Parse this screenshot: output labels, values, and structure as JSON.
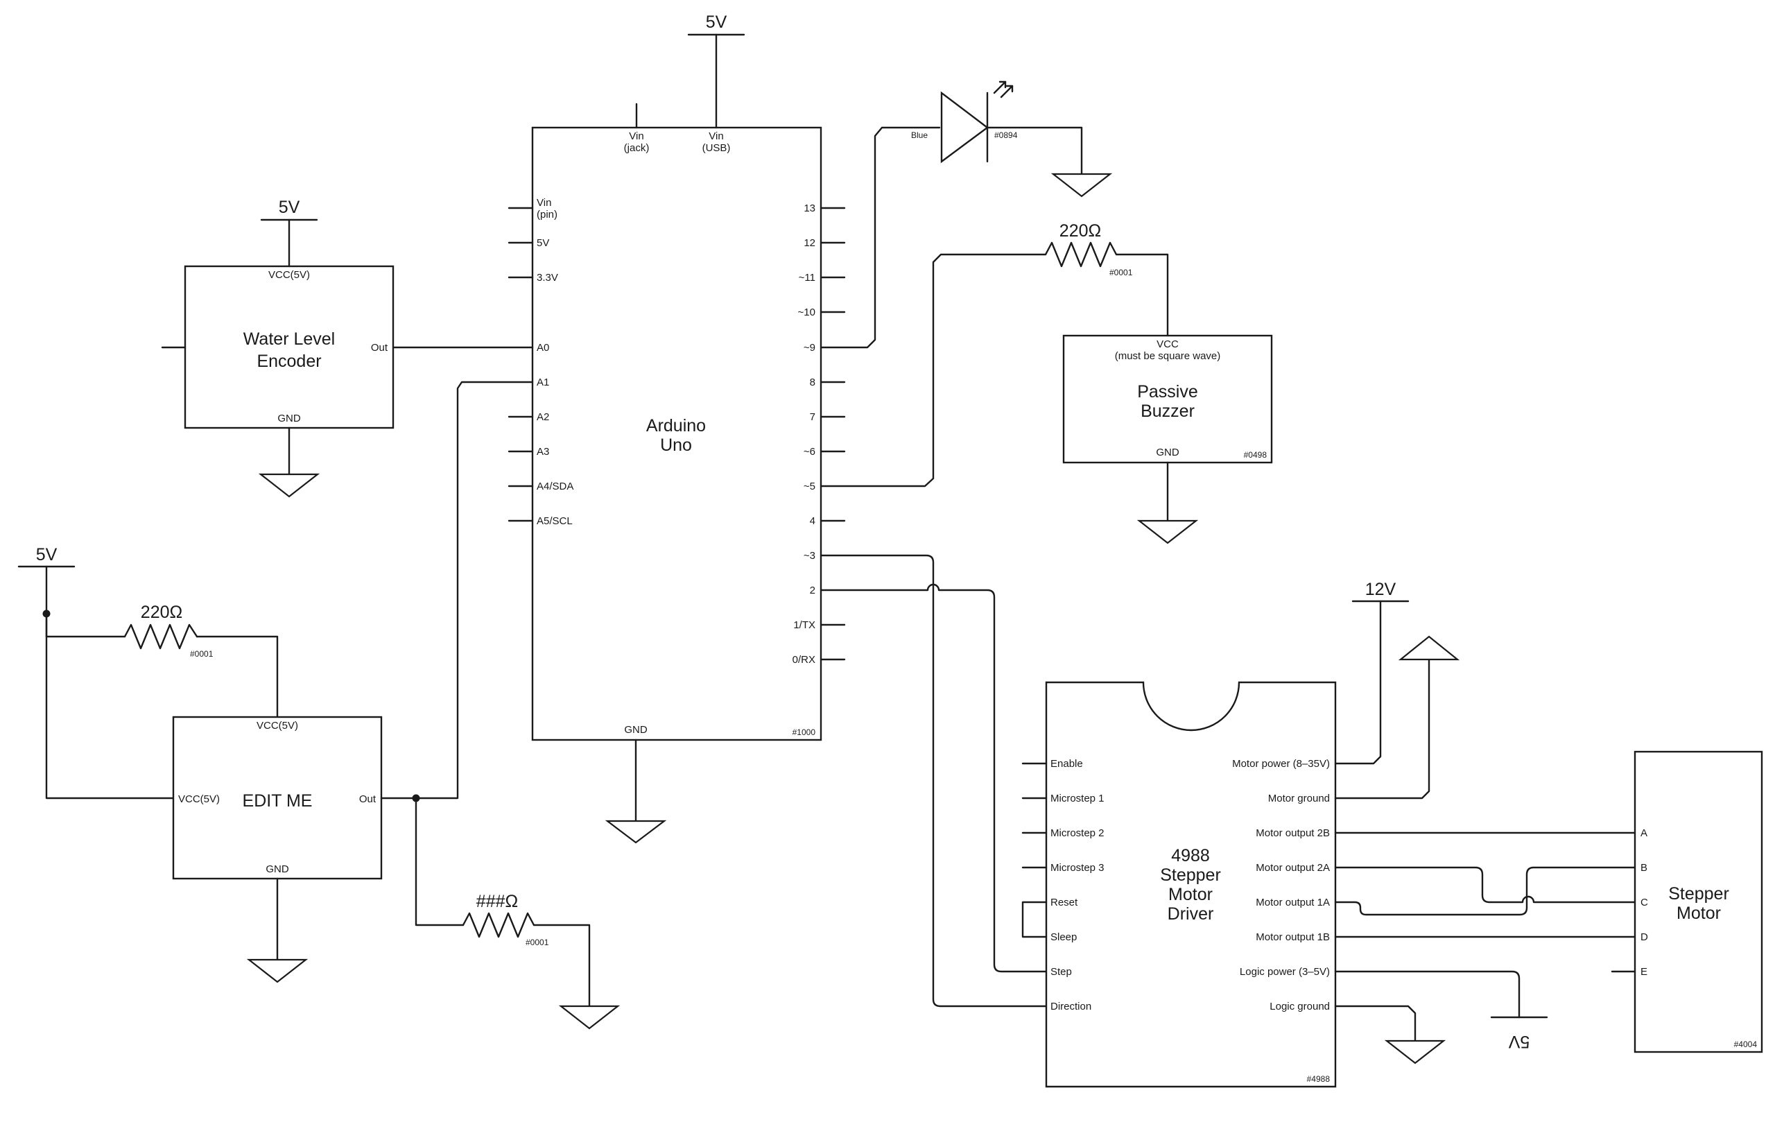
{
  "rails": {
    "v5_top": "5V",
    "v5_encoder": "5V",
    "v5_left": "5V",
    "v12": "12V",
    "v5_flipped": "5V"
  },
  "arduino": {
    "title_line1": "Arduino",
    "title_line2": "Uno",
    "part": "#1000",
    "vin_jack_1": "Vin",
    "vin_jack_2": "(jack)",
    "vin_usb_1": "Vin",
    "vin_usb_2": "(USB)",
    "gnd": "GND",
    "left_pins": [
      "Vin",
      "(pin)",
      "5V",
      "3.3V",
      "A0",
      "A1",
      "A2",
      "A3",
      "A4/SDA",
      "A5/SCL"
    ],
    "right_pins": [
      "13",
      "12",
      "~11",
      "~10",
      "~9",
      "8",
      "7",
      "~6",
      "~5",
      "4",
      "~3",
      "2",
      "1/TX",
      "0/RX"
    ]
  },
  "encoder": {
    "title_line1": "Water Level",
    "title_line2": "Encoder",
    "vcc": "VCC(5V)",
    "out": "Out",
    "gnd": "GND"
  },
  "editme": {
    "title": "EDIT ME",
    "vcc_top": "VCC(5V)",
    "vcc_left": "VCC(5V)",
    "out": "Out",
    "gnd": "GND"
  },
  "resistors": {
    "r1_value": "220Ω",
    "r1_part": "#0001",
    "r2_value": "220Ω",
    "r2_part": "#0001",
    "r3_value": "###Ω",
    "r3_part": "#0001"
  },
  "led": {
    "color": "Blue",
    "part": "#0894"
  },
  "buzzer": {
    "vcc_1": "VCC",
    "vcc_2": "(must be square wave)",
    "title_line1": "Passive",
    "title_line2": "Buzzer",
    "gnd": "GND",
    "part": "#0498"
  },
  "driver": {
    "title_line1": "4988",
    "title_line2": "Stepper",
    "title_line3": "Motor",
    "title_line4": "Driver",
    "part": "#4988",
    "left_pins": [
      "Enable",
      "Microstep 1",
      "Microstep 2",
      "Microstep 3",
      "Reset",
      "Sleep",
      "Step",
      "Direction"
    ],
    "right_pins": [
      "Motor power (8–35V)",
      "Motor ground",
      "Motor output 2B",
      "Motor output 2A",
      "Motor output 1A",
      "Motor output 1B",
      "Logic power (3–5V)",
      "Logic ground"
    ]
  },
  "motor": {
    "title_line1": "Stepper",
    "title_line2": "Motor",
    "part": "#4004",
    "pins": [
      "A",
      "B",
      "C",
      "D",
      "E"
    ]
  }
}
